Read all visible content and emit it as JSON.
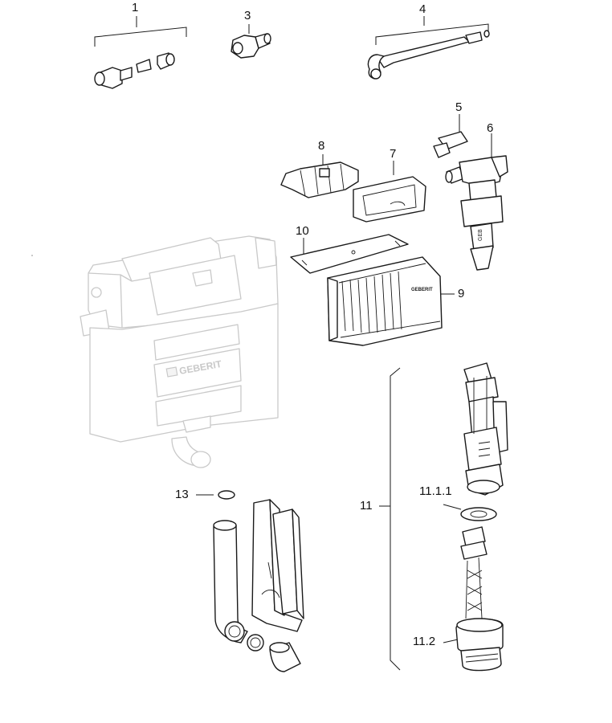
{
  "callouts": {
    "c1": "1",
    "c3": "3",
    "c4": "4",
    "c5": "5",
    "c6": "6",
    "c7": "7",
    "c8": "8",
    "c9": "9",
    "c10": "10",
    "c11": "11",
    "c11_1_1": "11.1.1",
    "c11_2": "11.2",
    "c13": "13"
  },
  "brand_marks": {
    "cistern": "GEBERIT",
    "cover": "GEBERIT",
    "fill_valve": "GEB"
  },
  "colors": {
    "line": "#1a1a1a",
    "ghost": "#c9c9c9",
    "background": "#ffffff"
  }
}
